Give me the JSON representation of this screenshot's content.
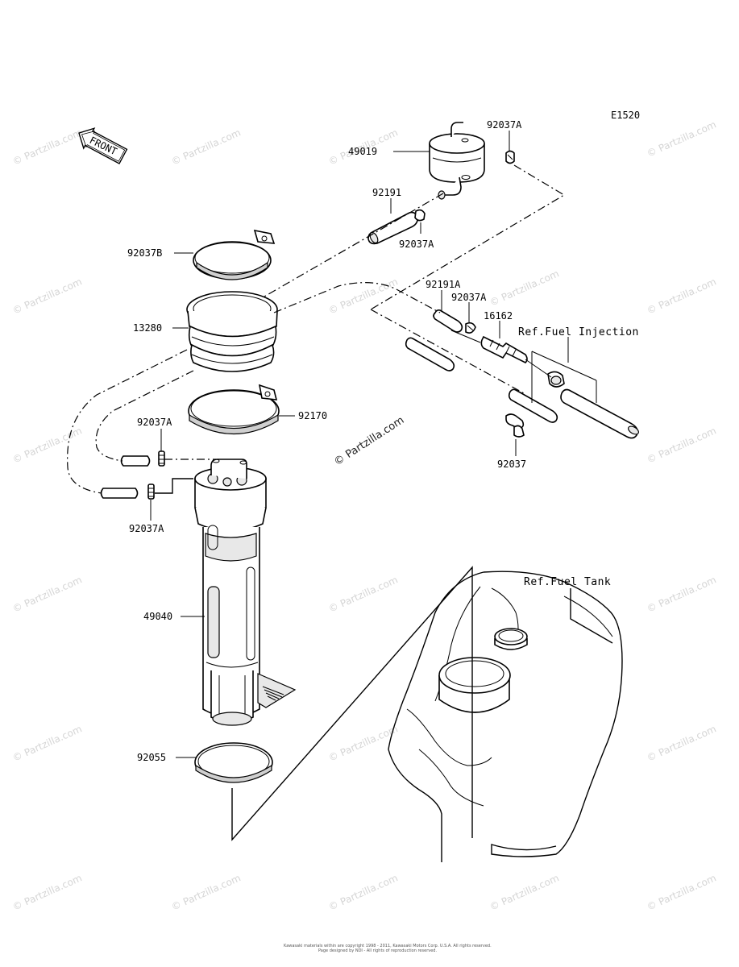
{
  "diagram_code": "E1520",
  "front_label": "FRONT",
  "parts": [
    {
      "id": "92037A_top",
      "number": "92037A"
    },
    {
      "id": "49019",
      "number": "49019"
    },
    {
      "id": "92191",
      "number": "92191"
    },
    {
      "id": "92037A_mid",
      "number": "92037A"
    },
    {
      "id": "92037B",
      "number": "92037B"
    },
    {
      "id": "92191A",
      "number": "92191A"
    },
    {
      "id": "92037A_r",
      "number": "92037A"
    },
    {
      "id": "16162",
      "number": "16162"
    },
    {
      "id": "13280",
      "number": "13280"
    },
    {
      "id": "92170",
      "number": "92170"
    },
    {
      "id": "92037A_l1",
      "number": "92037A"
    },
    {
      "id": "92037",
      "number": "92037"
    },
    {
      "id": "92037A_l2",
      "number": "92037A"
    },
    {
      "id": "49040",
      "number": "49040"
    },
    {
      "id": "92055",
      "number": "92055"
    }
  ],
  "refs": {
    "fuel_injection": "Ref.Fuel Injection",
    "fuel_tank": "Ref.Fuel Tank"
  },
  "watermark": "© Partzilla.com",
  "footer": {
    "line1": "Kawasaki materials within are copyright 1998 - 2011, Kawasaki Motors Corp. U.S.A. All rights reserved.",
    "line2": "Page designed by NDI - All rights of reproduction reserved."
  }
}
